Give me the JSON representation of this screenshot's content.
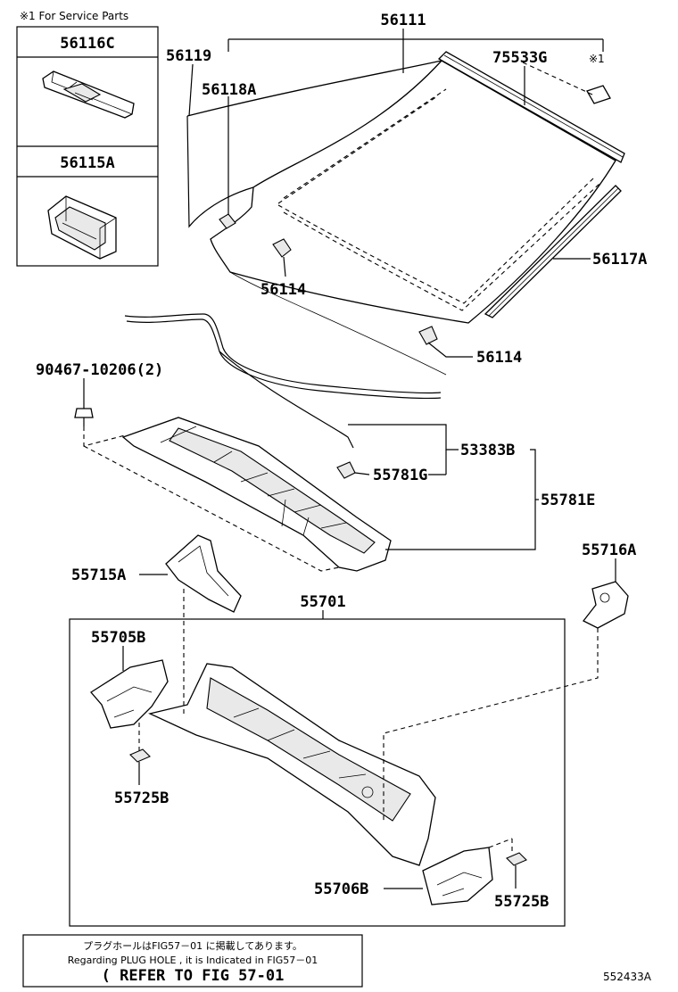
{
  "service_parts_note": "※1 For Service Parts",
  "service_box_parts": [
    "56116C",
    "56115A"
  ],
  "part_numbers": {
    "windshield_glass": "56111",
    "left_label": "56119",
    "spacer": "56118A",
    "molding_top": "75533G",
    "service_mark": "※1",
    "side_molding": "56117A",
    "stopper_left": "56114",
    "stopper_right": "56114",
    "bolt": "90467-10206(2)",
    "hose": "53383B",
    "clip": "55781G",
    "cowl_louver": "55781E",
    "bracket_left": "55715A",
    "bracket_right": "55716A",
    "cowl_panel": "55701",
    "cowl_side_left": "55705B",
    "plug_left": "55725B",
    "cowl_side_right": "55706B",
    "plug_right": "55725B"
  },
  "footer_note": {
    "line1": "プラグホールはFIG57－01 に掲載してあります。",
    "line2": "Regarding PLUG HOLE , it is Indicated in FIG57－01",
    "line3": "( REFER TO FIG 57-01"
  },
  "figure_id": "552433A"
}
